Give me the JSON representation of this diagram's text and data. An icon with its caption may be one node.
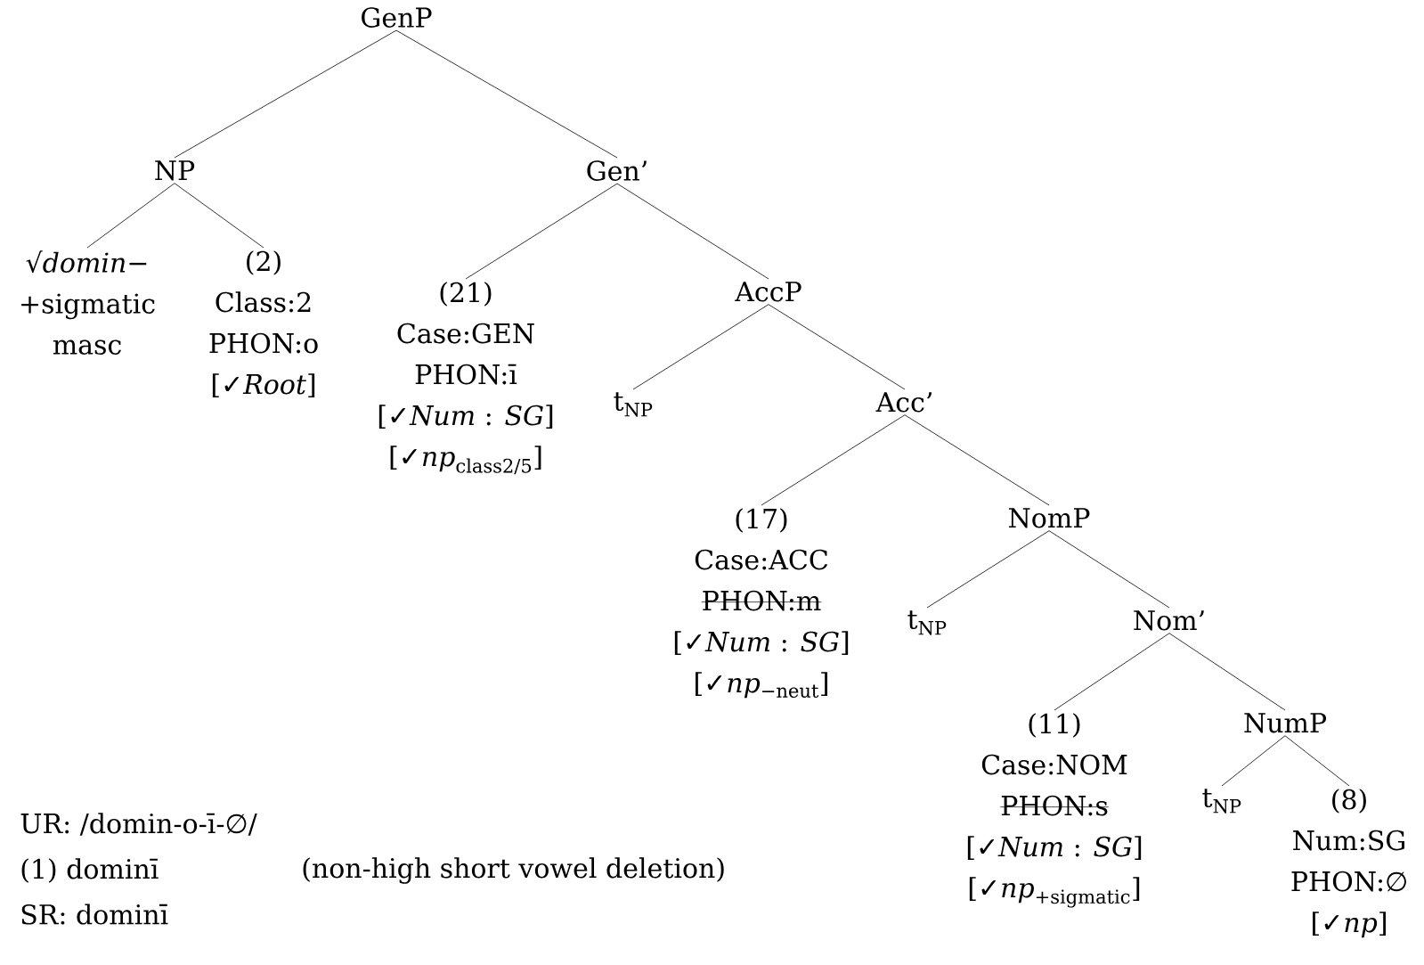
{
  "diagram": {
    "nodes": [
      {
        "text": [
          "GenP"
        ]
      },
      {
        "text": [
          "NP"
        ]
      },
      {
        "text": [
          "Gen’"
        ]
      },
      {
        "text": [
          "√*domin−*",
          "+sigmatic",
          "masc"
        ]
      },
      {
        "text": [
          "(2)",
          "Class:2",
          "PHON:o",
          "[✓*Root*]"
        ]
      },
      {
        "text": [
          "(21)",
          "Case:GEN",
          "PHON:ī",
          "[✓*Num* : *SG*]",
          "[✓*np*$_{class2/5}$]"
        ]
      },
      {
        "text": [
          "AccP"
        ]
      },
      {
        "text": [
          "t$_{NP}$"
        ]
      },
      {
        "text": [
          "Acc’"
        ]
      },
      {
        "text": [
          "(17)",
          "Case:ACC",
          "PHON:m",
          "[✓*Num* : *SG*]",
          "[✓*np*$_{−neut}$]"
        ]
      },
      {
        "text": [
          "NomP"
        ]
      },
      {
        "text": [
          "t$_{NP}$"
        ]
      },
      {
        "text": [
          "Nom’"
        ]
      },
      {
        "text": [
          "(11)",
          "Case:NOM",
          "PHON:s",
          "[✓*Num* : *SG*]",
          "[✓*np*$_{+sigmatic}$]"
        ]
      },
      {
        "text": [
          "NumP"
        ]
      },
      {
        "text": [
          "t$_{NP}$"
        ]
      },
      {
        "text": [
          "(8)",
          "Num:SG",
          "PHON:∅",
          "[✓*np*]"
        ]
      }
    ],
    "edges": [
      {
        "from": 0,
        "to": 1,
        "arrow": "none"
      },
      {
        "from": 0,
        "to": 2,
        "arrow": "none"
      },
      {
        "from": 1,
        "to": 3,
        "arrow": "none"
      },
      {
        "from": 1,
        "to": 4,
        "arrow": "none"
      },
      {
        "from": 2,
        "to": 5,
        "arrow": "none"
      },
      {
        "from": 2,
        "to": 6,
        "arrow": "none"
      },
      {
        "from": 6,
        "to": 7,
        "arrow": "none"
      },
      {
        "from": 6,
        "to": 8,
        "arrow": "none"
      },
      {
        "from": 8,
        "to": 9,
        "arrow": "none"
      },
      {
        "from": 8,
        "to": 10,
        "arrow": "none"
      },
      {
        "from": 10,
        "to": 11,
        "arrow": "none"
      },
      {
        "from": 10,
        "to": 12,
        "arrow": "none"
      },
      {
        "from": 12,
        "to": 13,
        "arrow": "none"
      },
      {
        "from": 12,
        "to": 14,
        "arrow": "none"
      },
      {
        "from": 14,
        "to": 15,
        "arrow": "none"
      },
      {
        "from": 14,
        "to": 16,
        "arrow": "none"
      }
    ],
    "labels": [
      "UR: /domin-o-ī-∅/",
      "(1) dominī",
      "(non-high short vowel deletion)",
      "SR: dominī"
    ]
  }
}
